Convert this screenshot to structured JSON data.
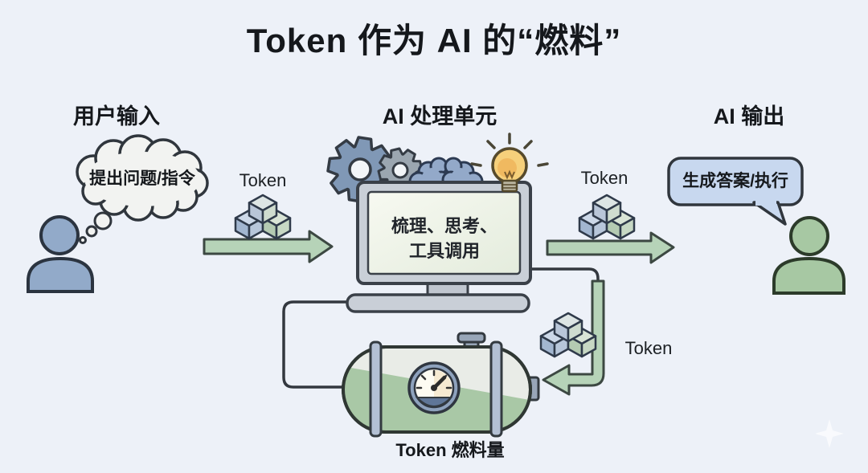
{
  "title": "Token 作为 AI 的“燃料”",
  "sections": {
    "user_input": {
      "heading": "用户输入",
      "thought": "提出问题/指令",
      "token_label": "Token"
    },
    "processing": {
      "heading": "AI 处理单元",
      "screen_line1": "梳理、思考、",
      "screen_line2": "工具调用",
      "token_label": "Token"
    },
    "output": {
      "heading": "AI 输出",
      "speech": "生成答案/执行"
    }
  },
  "feedback": {
    "token_label": "Token",
    "tank_label": "Token 燃料量"
  },
  "icons": {
    "user_figure": "person-silhouette",
    "output_figure": "person-silhouette",
    "thought_cloud": "cloud-bubble",
    "token_cubes": "cube-stack",
    "input_arrow": "right-arrow",
    "output_arrow": "right-arrow",
    "gears": "gear-pair",
    "brain": "brain",
    "lightbulb": "lightbulb-with-rays",
    "monitor": "desktop-monitor",
    "fuel_tank": "fuel-tank-with-gauge",
    "feedback_pipe": "down-left-arrow-pipe",
    "watermark": "four-point-star"
  },
  "colors": {
    "background": "#edf1f8",
    "arrow_green": "#b6d3b8",
    "person_input_blue": "#92aac9",
    "person_output_green": "#a7c8a3",
    "speech_bubble_blue": "#c8d8ef",
    "thought_cloud_white": "#f2f3f1",
    "tank_green": "#a9c8a6",
    "bulb_yellow": "#f6d07b",
    "monitor_gray": "#c9cfd7",
    "gear_blue": "#8098b6",
    "brain_blue": "#93a9c9",
    "outline_dark": "#2f3640"
  }
}
